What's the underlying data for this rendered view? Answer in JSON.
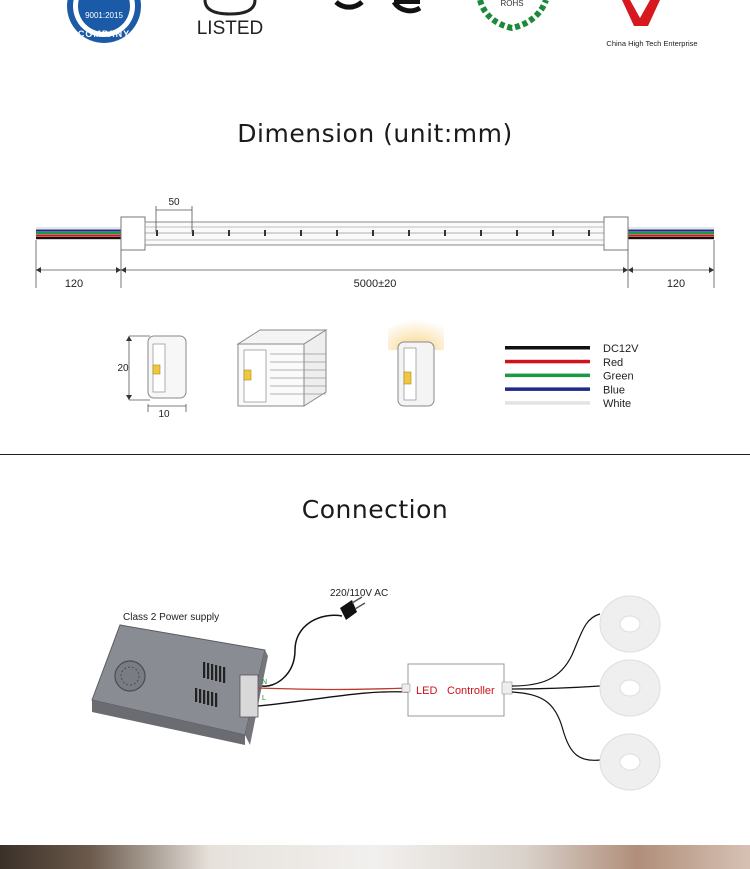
{
  "certifications": {
    "iso_line": "9001:2015",
    "iso_company": "COMPANY",
    "ul_listed": "LISTED",
    "rohs": "ROHS",
    "china_hightech": "China High Tech Enterprise"
  },
  "dimension": {
    "title": "Dimension (unit:mm)",
    "pitch_label": "50",
    "lead_left_label": "120",
    "length_label": "5000±20",
    "lead_right_label": "120",
    "height_label": "20",
    "width_label": "10"
  },
  "wires": {
    "legend": [
      {
        "label": "DC12V",
        "color": "#111111"
      },
      {
        "label": "Red",
        "color": "#d0121b"
      },
      {
        "label": "Green",
        "color": "#1a9a45"
      },
      {
        "label": "Blue",
        "color": "#1d2a8a"
      },
      {
        "label": "White",
        "color": "#e3e3e3"
      }
    ]
  },
  "connection": {
    "title": "Connection",
    "ac_label": "220/110V AC",
    "psu_label": "Class 2 Power supply",
    "terminal_n": "N",
    "terminal_l": "L",
    "controller_led": "LED",
    "controller_name": "Controller"
  }
}
